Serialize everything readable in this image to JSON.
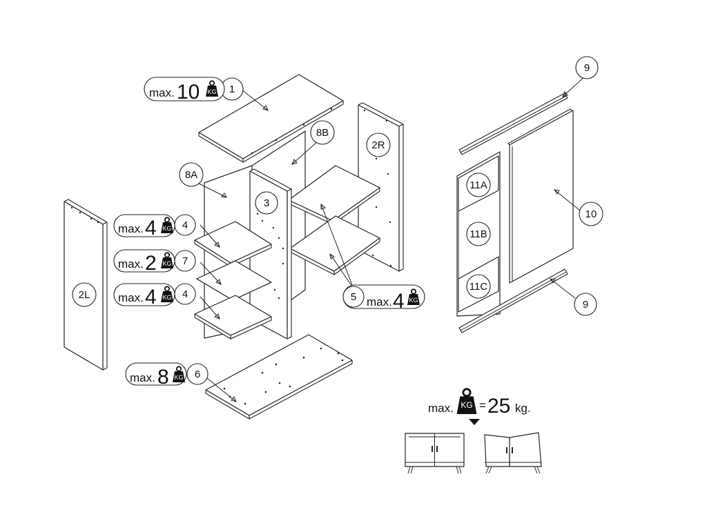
{
  "parts": {
    "p1": "1",
    "p2L": "2L",
    "p2R": "2R",
    "p3": "3",
    "p4a": "4",
    "p4b": "4",
    "p5": "5",
    "p6": "6",
    "p7": "7",
    "p8A": "8A",
    "p8B": "8B",
    "p9a": "9",
    "p9b": "9",
    "p10": "10",
    "p11A": "11A",
    "p11B": "11B",
    "p11C": "11C"
  },
  "loads": {
    "max_prefix": "max.",
    "kg_label": "KG",
    "shelf1": "10",
    "shelf4a": "4",
    "shelf7": "2",
    "shelf4b": "4",
    "shelf6": "8",
    "shelf5": "4"
  },
  "total_load": {
    "prefix": "max.",
    "equals": "=",
    "value": "25",
    "unit": "kg."
  }
}
